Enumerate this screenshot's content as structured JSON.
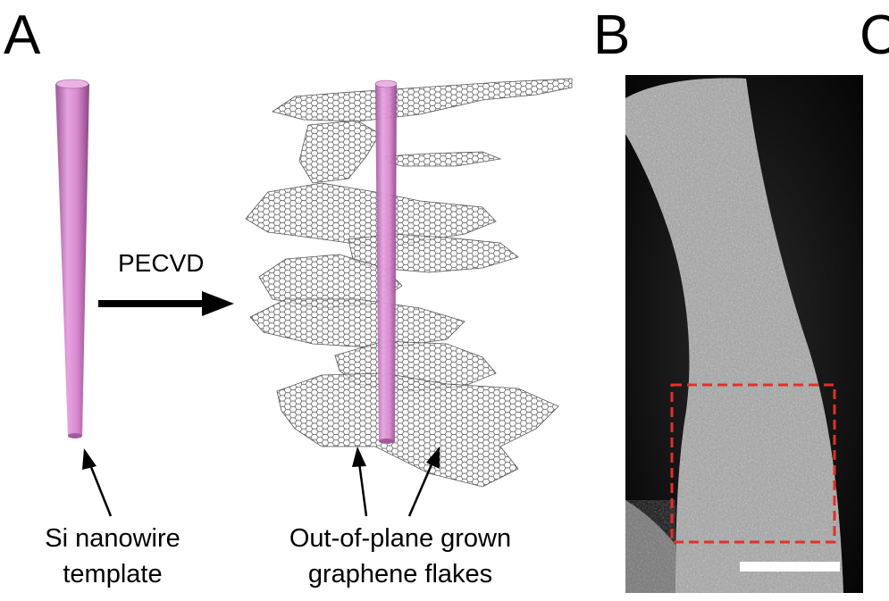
{
  "panels": {
    "a": {
      "letter": "A"
    },
    "b": {
      "letter": "B"
    },
    "c": {
      "letter": "C"
    }
  },
  "labels": {
    "process": "PECVD",
    "template_line1": "Si nanowire",
    "template_line2": "template",
    "flakes_line1": "Out-of-plane grown",
    "flakes_line2": "graphene flakes"
  },
  "colors": {
    "nanowire": "#d98ad0",
    "scale_box": "#e0312b",
    "scale_bar": "#ffffff"
  }
}
